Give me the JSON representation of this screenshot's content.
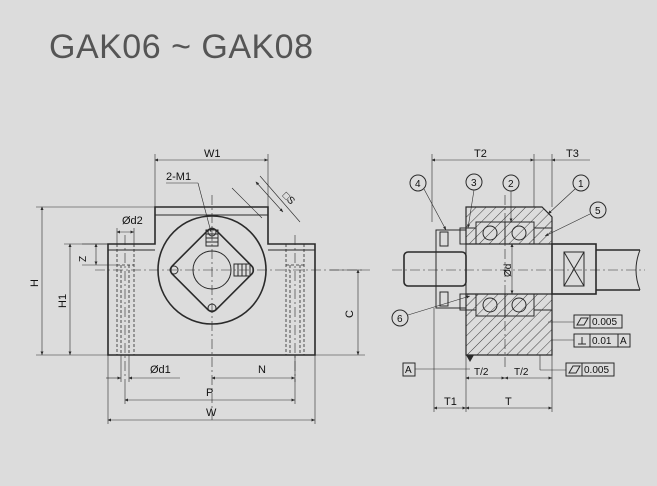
{
  "title": "GAK06 ~ GAK08",
  "front_view": {
    "labels": {
      "W1": "W1",
      "M1": "2-M1",
      "S": "□S",
      "d2": "Ød2",
      "Z": "Z",
      "H": "H",
      "H1": "H1",
      "C": "C",
      "d1": "Ød1",
      "N": "N",
      "P": "P",
      "W": "W"
    }
  },
  "side_view": {
    "labels": {
      "T2": "T2",
      "T3": "T3",
      "d": "Ød",
      "T1": "T1",
      "T": "T",
      "half_left": "T/2",
      "half_right": "T/2",
      "datum": "A"
    },
    "balloons": [
      "1",
      "2",
      "3",
      "4",
      "5",
      "6"
    ],
    "tolerances": {
      "flat1_value": "0.005",
      "perp_value": "0.01",
      "perp_ref": "A",
      "flat2_value": "0.005"
    }
  }
}
